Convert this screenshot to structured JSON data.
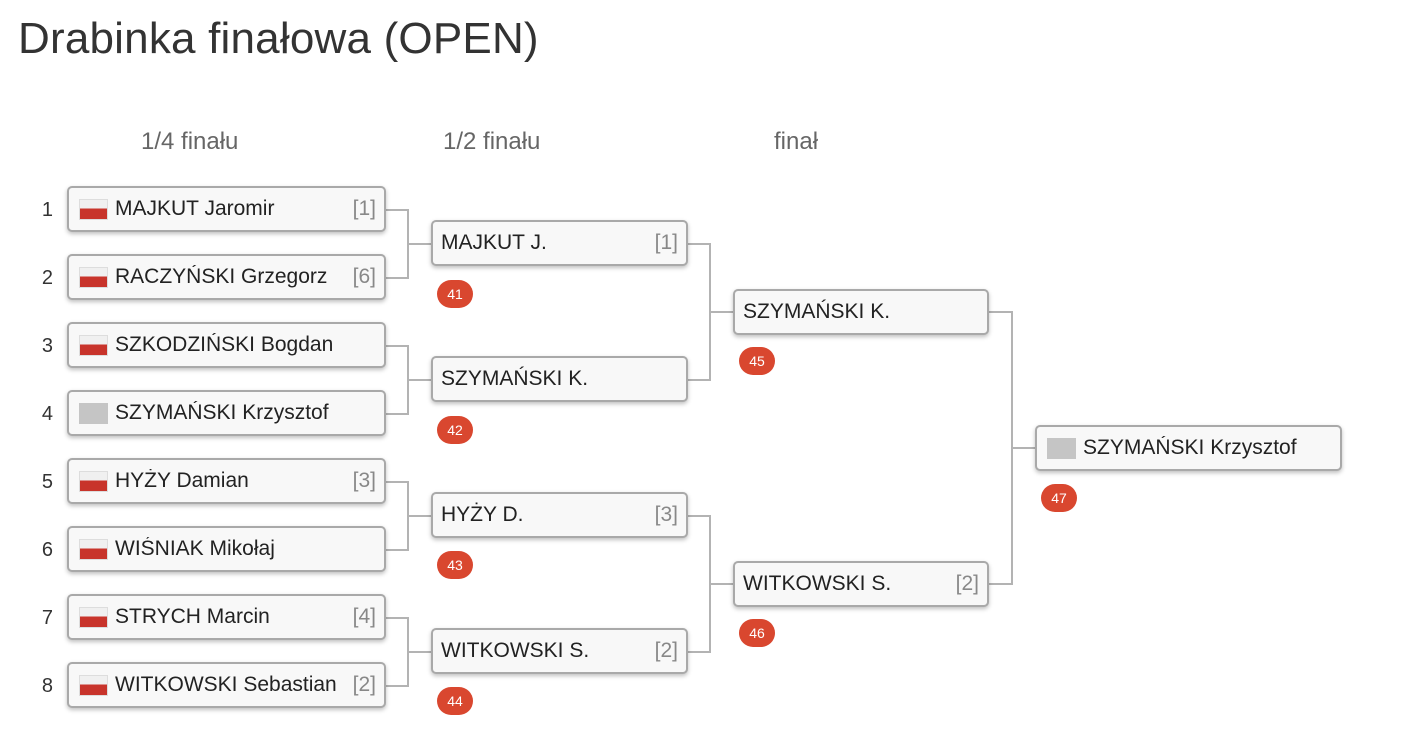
{
  "title": "Drabinka finałowa (OPEN)",
  "rounds": {
    "quarter": "1/4 finału",
    "semi": "1/2 finału",
    "final": "finał"
  },
  "quarterfinals": [
    {
      "seed_no": "1",
      "flag": "pl",
      "name": "MAJKUT Jaromir",
      "seed": "[1]"
    },
    {
      "seed_no": "2",
      "flag": "pl",
      "name": "RACZYŃSKI Grzegorz",
      "seed": "[6]"
    },
    {
      "seed_no": "3",
      "flag": "pl",
      "name": "SZKODZIŃSKI Bogdan",
      "seed": ""
    },
    {
      "seed_no": "4",
      "flag": "blank",
      "name": "SZYMAŃSKI Krzysztof",
      "seed": ""
    },
    {
      "seed_no": "5",
      "flag": "pl",
      "name": "HYŻY Damian",
      "seed": "[3]"
    },
    {
      "seed_no": "6",
      "flag": "pl",
      "name": "WIŚNIAK Mikołaj",
      "seed": ""
    },
    {
      "seed_no": "7",
      "flag": "pl",
      "name": "STRYCH Marcin",
      "seed": "[4]"
    },
    {
      "seed_no": "8",
      "flag": "pl",
      "name": "WITKOWSKI Sebastian",
      "seed": "[2]"
    }
  ],
  "semifinals": [
    {
      "name": "MAJKUT J.",
      "seed": "[1]",
      "match": "41"
    },
    {
      "name": "SZYMAŃSKI K.",
      "seed": "",
      "match": "42"
    },
    {
      "name": "HYŻY D.",
      "seed": "[3]",
      "match": "43"
    },
    {
      "name": "WITKOWSKI S.",
      "seed": "[2]",
      "match": "44"
    }
  ],
  "finals": [
    {
      "name": "SZYMAŃSKI K.",
      "seed": "",
      "match": "45"
    },
    {
      "name": "WITKOWSKI S.",
      "seed": "[2]",
      "match": "46"
    }
  ],
  "winner": {
    "flag": "blank",
    "name": "SZYMAŃSKI Krzysztof",
    "match": "47"
  }
}
